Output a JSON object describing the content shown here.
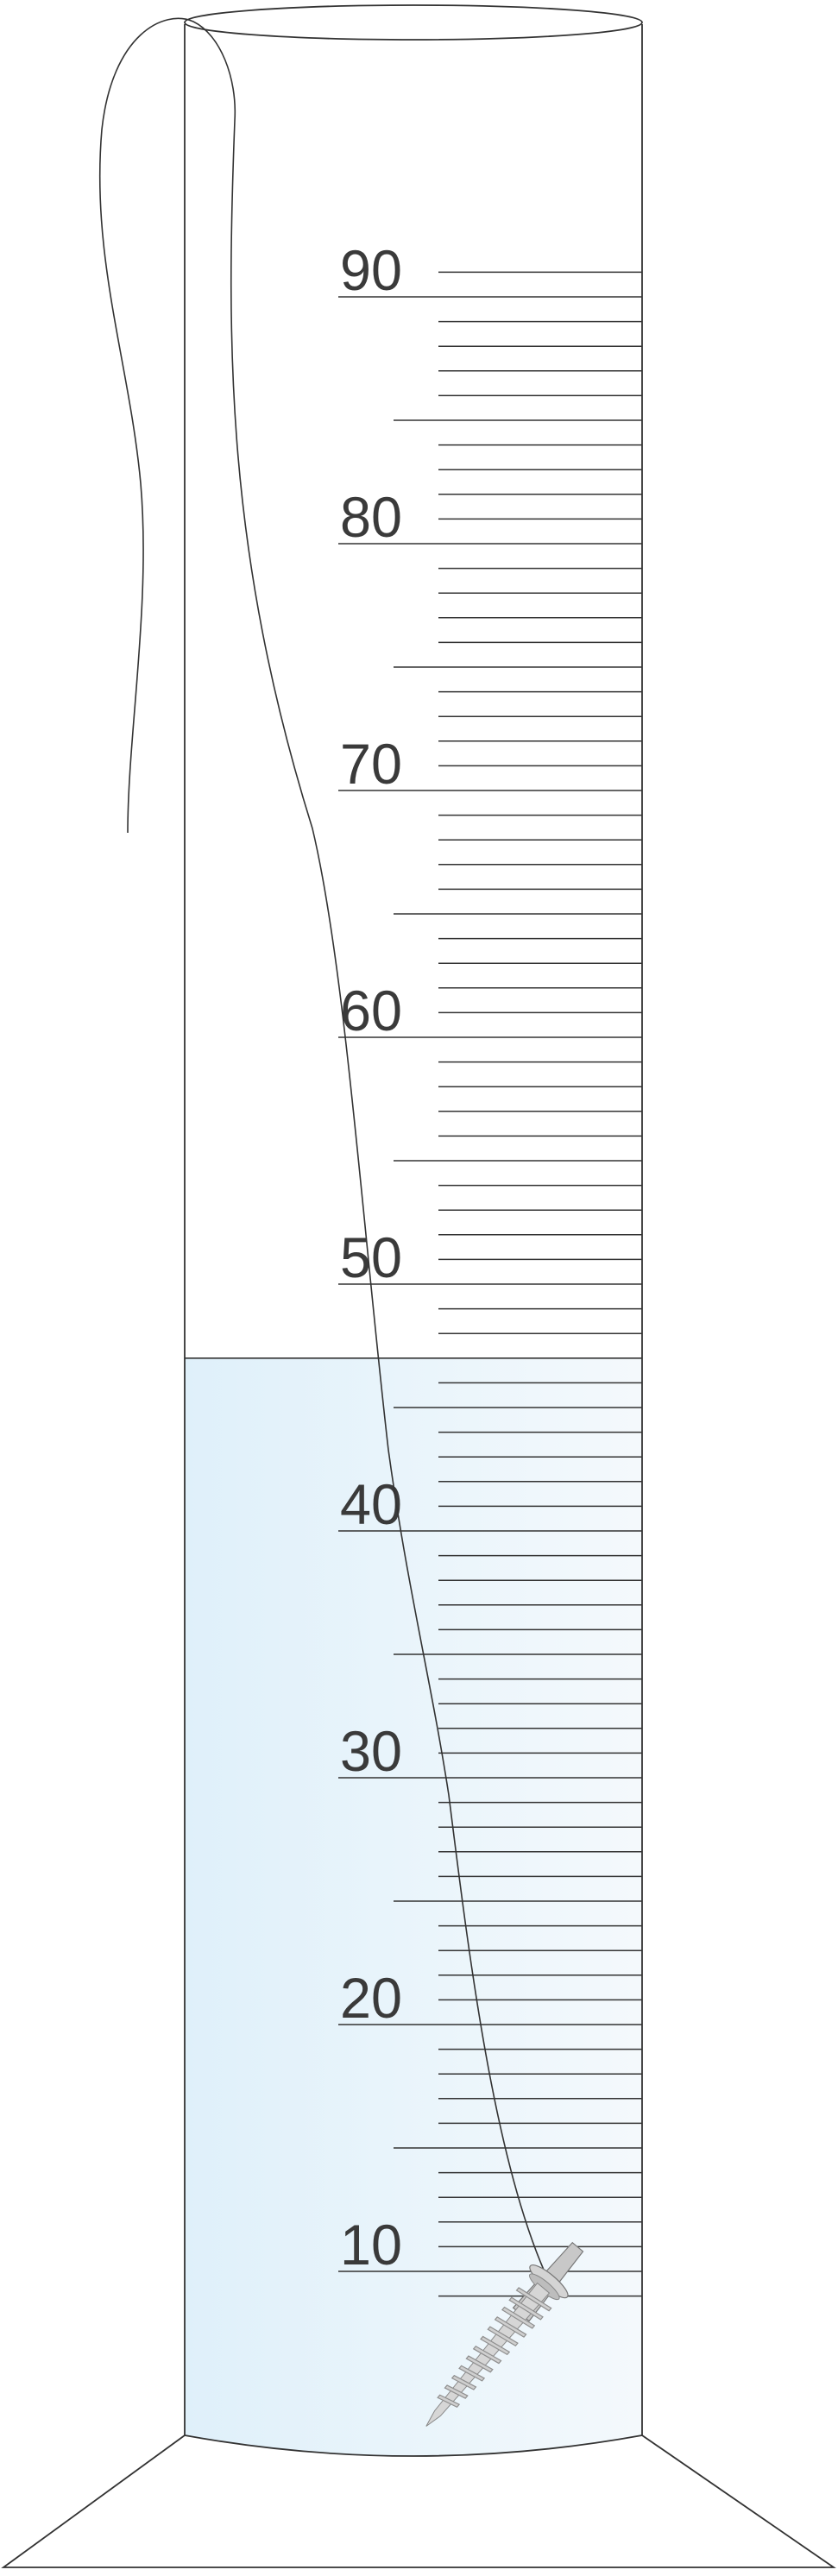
{
  "cylinder": {
    "scale_labels": [
      "10",
      "20",
      "30",
      "40",
      "50",
      "60",
      "70",
      "80",
      "90"
    ],
    "scale_values": [
      10,
      20,
      30,
      40,
      50,
      60,
      70,
      80,
      90
    ],
    "scale_min": 0,
    "scale_max": 95,
    "minor_division": 1,
    "half_mark_every": 5,
    "liquid_level": 47
  },
  "colors": {
    "outline": "#333333",
    "label": "#3a3a3a",
    "liquid_light": "#f4f9fc",
    "liquid_dark": "#dff0fa",
    "screw": "#bfbfbf",
    "string": "#333333"
  },
  "objects": {
    "screw_icon": "screw-icon",
    "string": "thread"
  }
}
